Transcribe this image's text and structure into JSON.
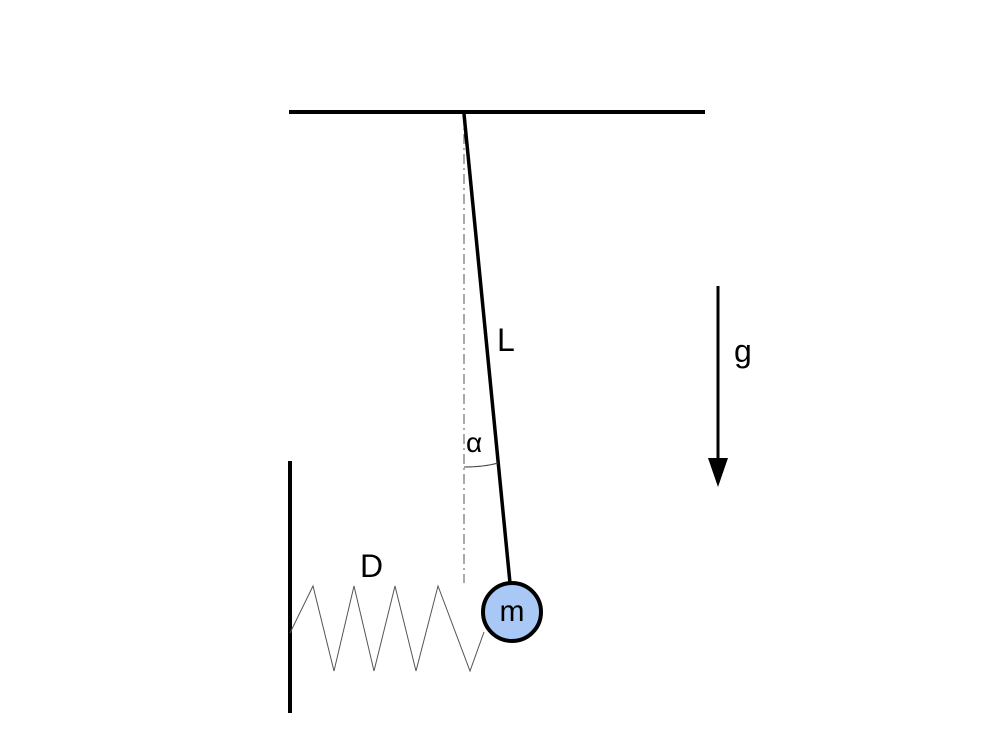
{
  "diagram": {
    "labels": {
      "length": "L",
      "gravity": "g",
      "angle": "α",
      "spring_constant": "D",
      "mass": "m"
    },
    "colors": {
      "line": "#000000",
      "mass_fill": "#a9c8f5",
      "background": "#ffffff"
    }
  }
}
